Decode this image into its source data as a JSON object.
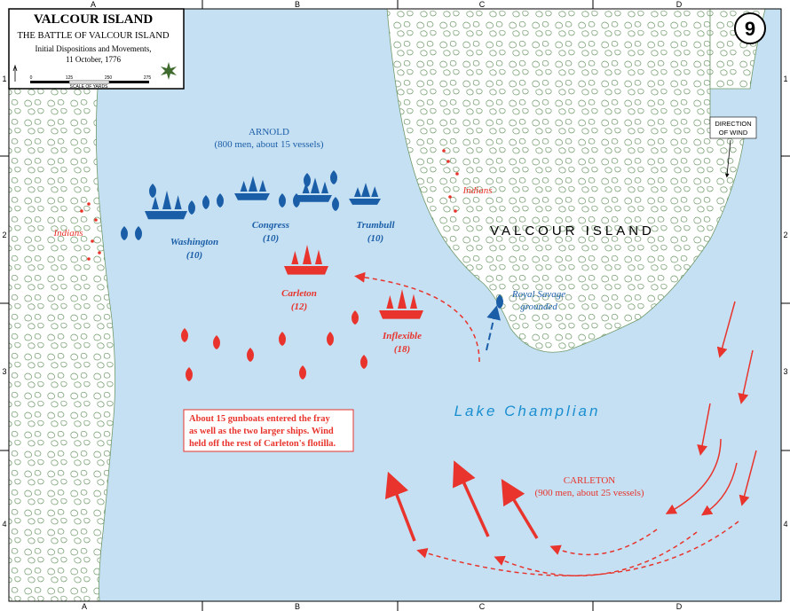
{
  "legend": {
    "title": "VALCOUR ISLAND",
    "subtitle": "THE BATTLE OF VALCOUR ISLAND",
    "line1": "Initial Dispositions and Movements,",
    "line2": "11 October, 1776",
    "scale_ticks": [
      "0",
      "125",
      "250",
      "275"
    ],
    "scale_label": "SCALE OF YARDS"
  },
  "map_number": "9",
  "grid": {
    "columns": [
      "A",
      "B",
      "C",
      "D"
    ],
    "rows": [
      "1",
      "2",
      "3",
      "4"
    ]
  },
  "wind": {
    "line1": "DIRECTION",
    "line2": "OF WIND"
  },
  "american": {
    "title": "ARNOLD",
    "strength": "(800 men, about 15 vessels)",
    "ships": [
      {
        "name": "Washington",
        "guns": "(10)"
      },
      {
        "name": "Congress",
        "guns": "(10)"
      },
      {
        "name": "Trumbull",
        "guns": "(10)"
      }
    ],
    "grounded": {
      "line1": "Royal Savage",
      "line2": "grounded"
    }
  },
  "british": {
    "title": "CARLETON",
    "strength": "(900 men, about 25 vessels)",
    "ships": [
      {
        "name": "Carleton",
        "guns": "(12)"
      },
      {
        "name": "Inflexible",
        "guns": "(18)"
      }
    ]
  },
  "indians_label": "Indians",
  "island_label": "VALCOUR ISLAND",
  "lake_label": "Lake Champlian",
  "note": [
    "About 15 gunboats entered the fray",
    "as well as the two larger ships.  Wind",
    "held off the rest of Carleton's flotilla."
  ],
  "colors": {
    "water": "#c5e0f3",
    "american": "#1b5ea8",
    "british": "#e8342c",
    "land": "#6f9a6a"
  }
}
